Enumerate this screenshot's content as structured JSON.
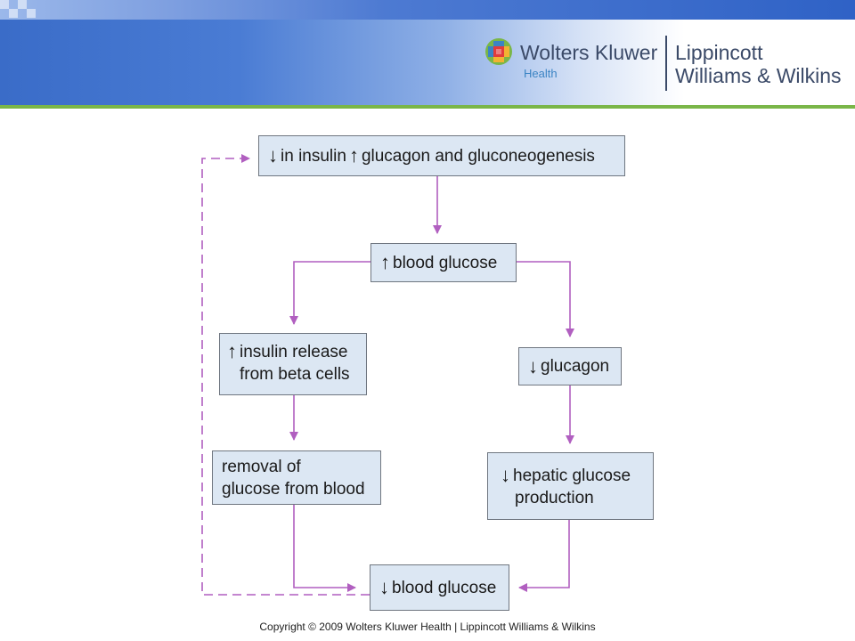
{
  "header": {
    "publisher_name": "Wolters Kluwer",
    "publisher_sub": "Health",
    "imprint_line1": "Lippincott",
    "imprint_line2": "Williams & Wilkins"
  },
  "diagram": {
    "nodes": {
      "top": {
        "arrow1": "↓",
        "text1": "in insulin",
        "arrow2": "↑",
        "text2": "glucagon and gluconeogenesis"
      },
      "blood_glucose_up": {
        "arrow": "↑",
        "text": "blood glucose"
      },
      "insulin_release": {
        "arrow": "↑",
        "line1": "insulin release",
        "line2": "from beta cells"
      },
      "glucagon_down": {
        "arrow": "↓",
        "text": "glucagon"
      },
      "removal": {
        "line1": "removal of",
        "line2": "glucose from blood"
      },
      "hepatic": {
        "arrow": "↓",
        "line1": "hepatic glucose",
        "line2": "production"
      },
      "blood_glucose_down": {
        "arrow": "↓",
        "text": "blood glucose"
      }
    },
    "colors": {
      "connector": "#b15fc0",
      "box_fill": "#dce7f3",
      "box_border": "#6f7680"
    }
  },
  "footer": {
    "copyright": "Copyright © 2009 Wolters Kluwer Health | Lippincott Williams & Wilkins"
  }
}
